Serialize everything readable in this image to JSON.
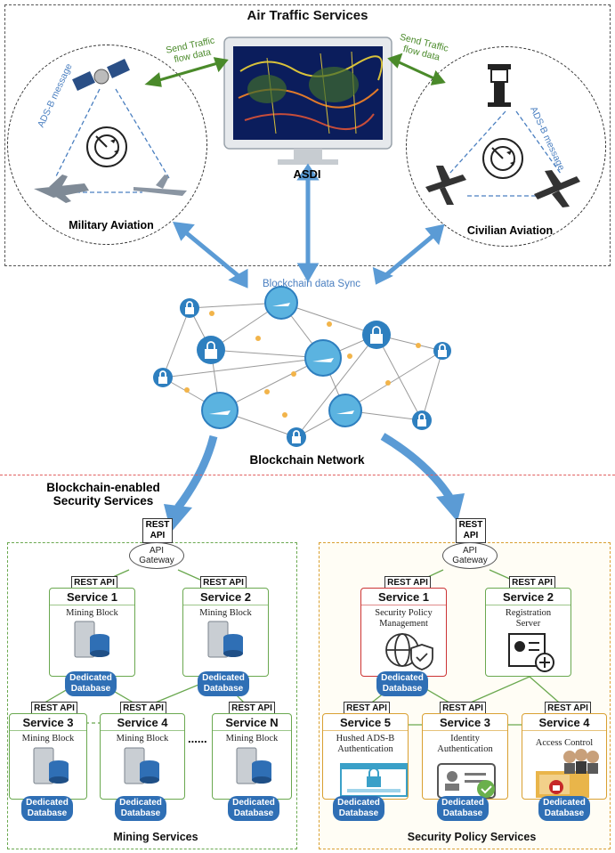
{
  "top": {
    "title": "Air Traffic Services",
    "left_send": "Send Traffic flow data",
    "right_send": "Send Traffic flow data",
    "asdi": "ASDI",
    "military": "Military Aviation",
    "civilian": "Civilian Aviation",
    "adsb_left": "ADS-B message",
    "adsb_right": "ADS-B message"
  },
  "network": {
    "sync_label": "Blockchain data Sync",
    "title": "Blockchain Network"
  },
  "section_title_line1": "Blockchain-enabled",
  "section_title_line2": "Security Services",
  "common": {
    "rest_api": "REST API",
    "rest": "REST",
    "api": "API",
    "gateway_line1": "API",
    "gateway_line2": "Gateway",
    "db_line1": "Dedicated",
    "db_line2": "Database"
  },
  "mining": {
    "panel_label": "Mining Services",
    "s1_title": "Service 1",
    "s1_sub": "Mining Block",
    "s2_title": "Service 2",
    "s2_sub": "Mining Block",
    "s3_title": "Service 3",
    "s3_sub": "Mining Block",
    "s4_title": "Service 4",
    "s4_sub": "Mining Block",
    "sn_title": "Service N",
    "sn_sub": "Mining Block",
    "ellipsis": "......"
  },
  "policy": {
    "panel_label": "Security Policy Services",
    "s1_title": "Service 1",
    "s1_sub1": "Security Policy",
    "s1_sub2": "Management",
    "s2_title": "Service 2",
    "s2_sub1": "Registration",
    "s2_sub2": "Server",
    "s5_title": "Service 5",
    "s5_sub1": "Hushed ADS-B",
    "s5_sub2": "Authentication",
    "s3_title": "Service 3",
    "s3_sub1": "Identity",
    "s3_sub2": "Authentication",
    "s4_title": "Service 4",
    "s4_sub1": "Access Control"
  },
  "colors": {
    "arrow_blue": "#5b9bd5",
    "node_blue": "#2e7fbf",
    "mining_border": "#6aa84f",
    "policy_border": "#d9a032",
    "red_border": "#cc3333",
    "divider": "#e06060",
    "send_green": "#4a8a2a"
  }
}
